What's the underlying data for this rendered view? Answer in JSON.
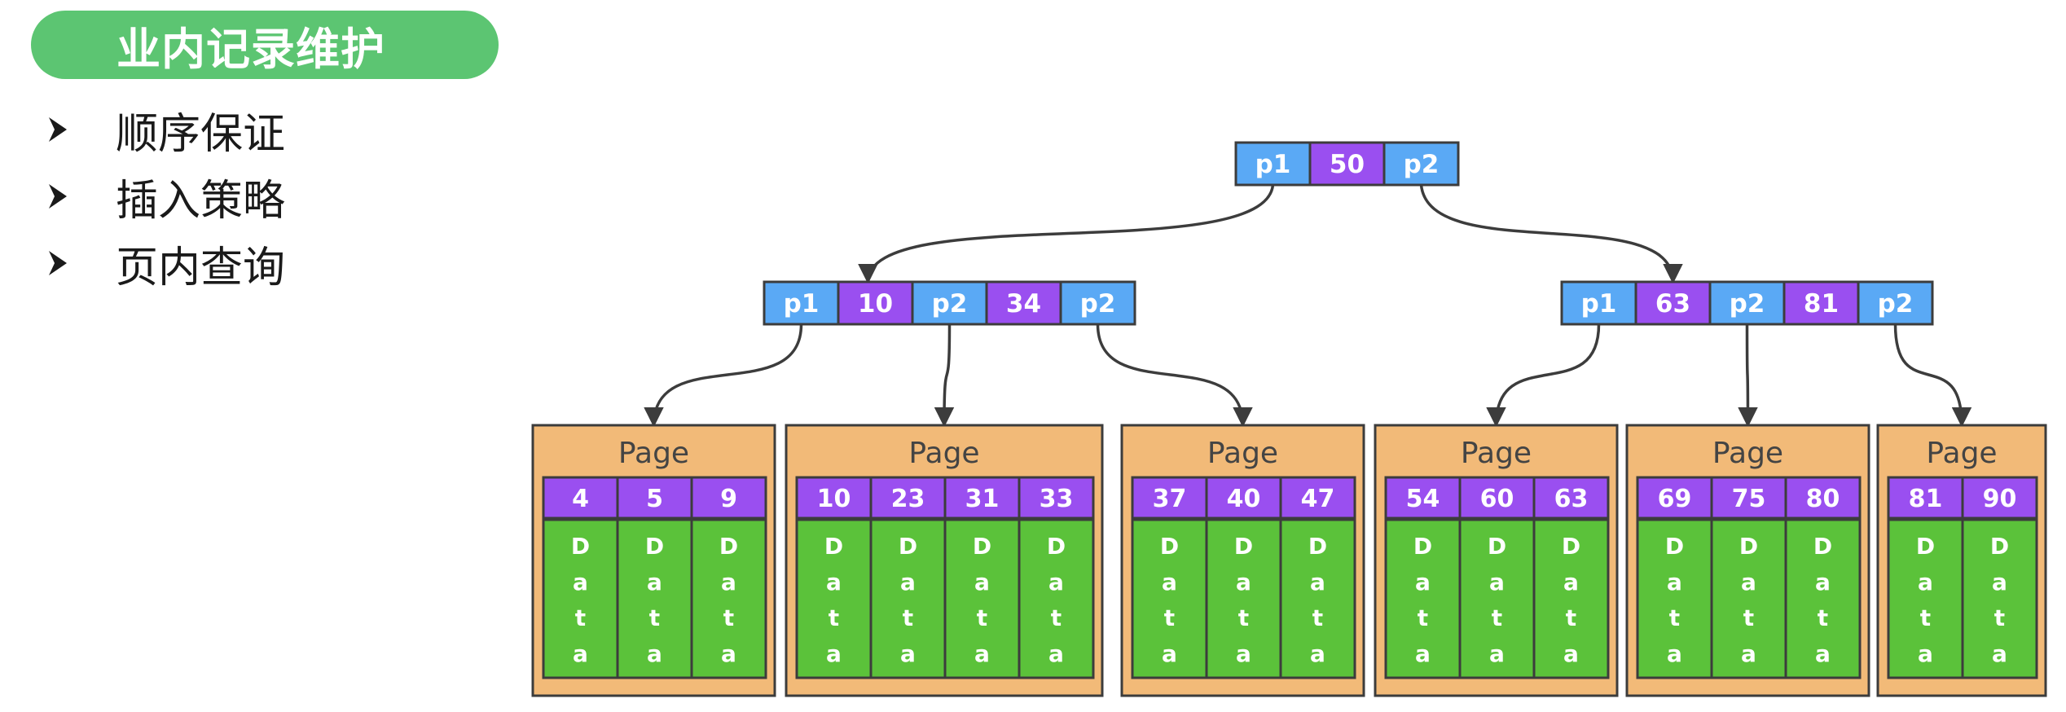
{
  "title": "业内记录维护",
  "bullets": [
    "顺序保证",
    "插入策略",
    "页内查询"
  ],
  "colors": {
    "title_bg": "#5cc572",
    "pointer": "#5aa9f5",
    "key": "#9a4ff0",
    "page_bg": "#f2ba78",
    "data_bg": "#5bc23a",
    "border": "#3c3c3c"
  },
  "tree": {
    "root": [
      "p1",
      "50",
      "p2"
    ],
    "internal": [
      [
        "p1",
        "10",
        "p2",
        "34",
        "p2"
      ],
      [
        "p1",
        "63",
        "p2",
        "81",
        "p2"
      ]
    ],
    "pages": [
      {
        "label": "Page",
        "keys": [
          "4",
          "5",
          "9"
        ]
      },
      {
        "label": "Page",
        "keys": [
          "10",
          "23",
          "31",
          "33"
        ]
      },
      {
        "label": "Page",
        "keys": [
          "37",
          "40",
          "47"
        ]
      },
      {
        "label": "Page",
        "keys": [
          "54",
          "60",
          "63"
        ]
      },
      {
        "label": "Page",
        "keys": [
          "69",
          "75",
          "80"
        ]
      },
      {
        "label": "Page",
        "keys": [
          "81",
          "90"
        ]
      }
    ],
    "data_letters": [
      "D",
      "a",
      "t",
      "a"
    ]
  }
}
